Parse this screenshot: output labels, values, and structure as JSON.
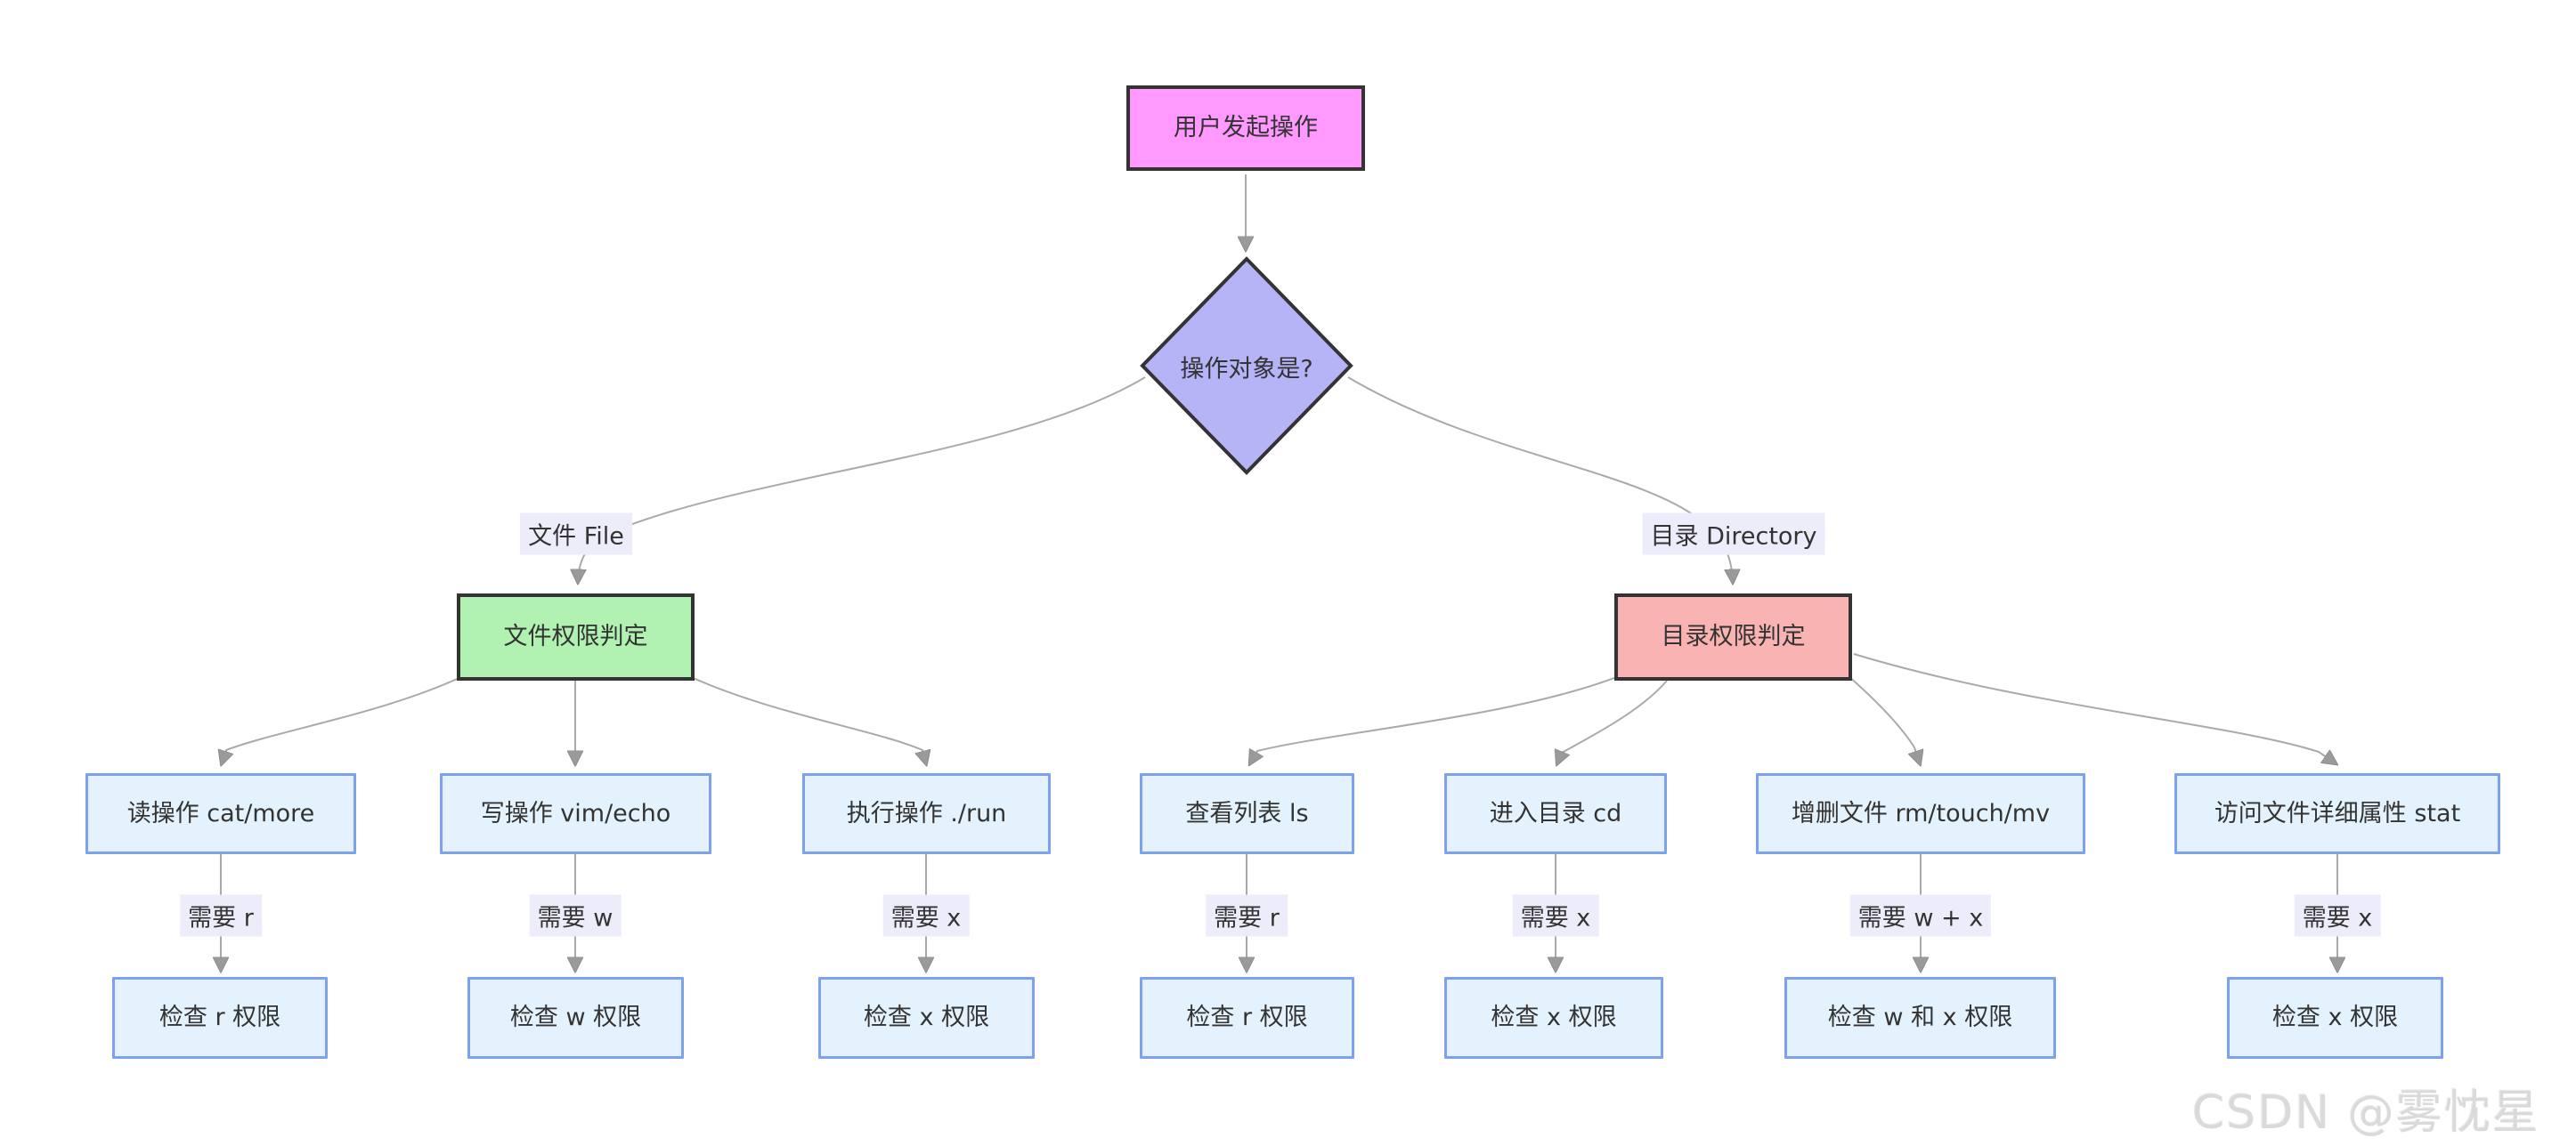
{
  "diagram": {
    "nodes": {
      "start": {
        "label": "用户发起操作"
      },
      "decision": {
        "label": "操作对象是?"
      },
      "file_branch": {
        "label": "文件权限判定"
      },
      "dir_branch": {
        "label": "目录权限判定"
      },
      "file_ops": [
        {
          "label": "读操作 cat/more"
        },
        {
          "label": "写操作 vim/echo"
        },
        {
          "label": "执行操作 ./run"
        }
      ],
      "dir_ops": [
        {
          "label": "查看列表 ls"
        },
        {
          "label": "进入目录 cd"
        },
        {
          "label": "增删文件 rm/touch/mv"
        },
        {
          "label": "访问文件详细属性 stat"
        }
      ],
      "file_checks": [
        {
          "label": "检查 r 权限"
        },
        {
          "label": "检查 w 权限"
        },
        {
          "label": "检查 x 权限"
        }
      ],
      "dir_checks": [
        {
          "label": "检查 r 权限"
        },
        {
          "label": "检查 x 权限"
        },
        {
          "label": "检查 w 和 x 权限"
        },
        {
          "label": "检查 x 权限"
        }
      ]
    },
    "edge_labels": {
      "file_branch": "文件 File",
      "dir_branch": "目录 Directory",
      "file_needs": [
        "需要 r",
        "需要 w",
        "需要 x"
      ],
      "dir_needs": [
        "需要 r",
        "需要 x",
        "需要 w + x",
        "需要 x"
      ]
    },
    "colors": {
      "start_fill": "#ff99ff",
      "decision_fill": "#b4b4f6",
      "file_fill": "#b1f1b1",
      "dir_fill": "#f9b3b3",
      "op_fill": "#e3f2fc",
      "op_border": "#7da0ef",
      "subject_border": "#333333",
      "edge_stroke": "#aaaaaa",
      "edge_label_bg": "#ececfa",
      "text": "#333333"
    }
  },
  "watermark": {
    "text": "CSDN @雾忱星"
  }
}
